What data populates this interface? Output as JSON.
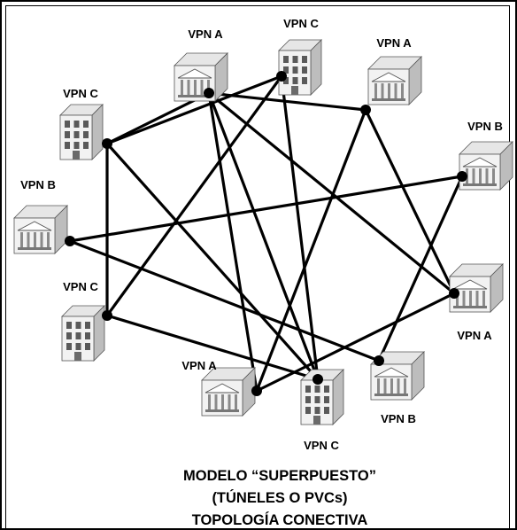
{
  "diagram": {
    "line_color": "#000000",
    "building_colors": {
      "front": "#f2f2f2",
      "side": "#bdbdbd",
      "roof": "#e6e6e6",
      "detail": "#555555"
    },
    "nodes": [
      {
        "id": "a_top",
        "label": "VPN A",
        "kind": "bank"
      },
      {
        "id": "c_top",
        "label": "VPN C",
        "kind": "tower"
      },
      {
        "id": "a_tr",
        "label": "VPN A",
        "kind": "bank"
      },
      {
        "id": "c_left",
        "label": "VPN C",
        "kind": "tower"
      },
      {
        "id": "b_right",
        "label": "VPN B",
        "kind": "bank"
      },
      {
        "id": "b_left",
        "label": "VPN B",
        "kind": "bank"
      },
      {
        "id": "c_ml",
        "label": "VPN C",
        "kind": "tower"
      },
      {
        "id": "a_right",
        "label": "VPN A",
        "kind": "bank"
      },
      {
        "id": "b_bot",
        "label": "VPN B",
        "kind": "bank"
      },
      {
        "id": "a_bot",
        "label": "VPN A",
        "kind": "bank"
      },
      {
        "id": "c_bot",
        "label": "VPN C",
        "kind": "tower"
      }
    ],
    "links": [
      [
        "a_top",
        "a_tr"
      ],
      [
        "a_top",
        "a_right"
      ],
      [
        "a_top",
        "c_bot"
      ],
      [
        "a_top",
        "a_bot"
      ],
      [
        "a_top",
        "c_left"
      ],
      [
        "c_top",
        "c_left"
      ],
      [
        "c_top",
        "c_ml"
      ],
      [
        "c_top",
        "c_bot"
      ],
      [
        "a_tr",
        "a_bot"
      ],
      [
        "a_tr",
        "a_right"
      ],
      [
        "c_left",
        "c_ml"
      ],
      [
        "c_left",
        "c_bot"
      ],
      [
        "b_right",
        "b_left"
      ],
      [
        "b_right",
        "b_bot"
      ],
      [
        "b_left",
        "b_bot"
      ],
      [
        "c_ml",
        "c_bot"
      ],
      [
        "a_right",
        "a_bot"
      ]
    ],
    "caption": [
      "MODELO “SUPERPUESTO”",
      "(TÚNELES O PVCs)",
      "TOPOLOGÍA CONECTIVA"
    ]
  }
}
